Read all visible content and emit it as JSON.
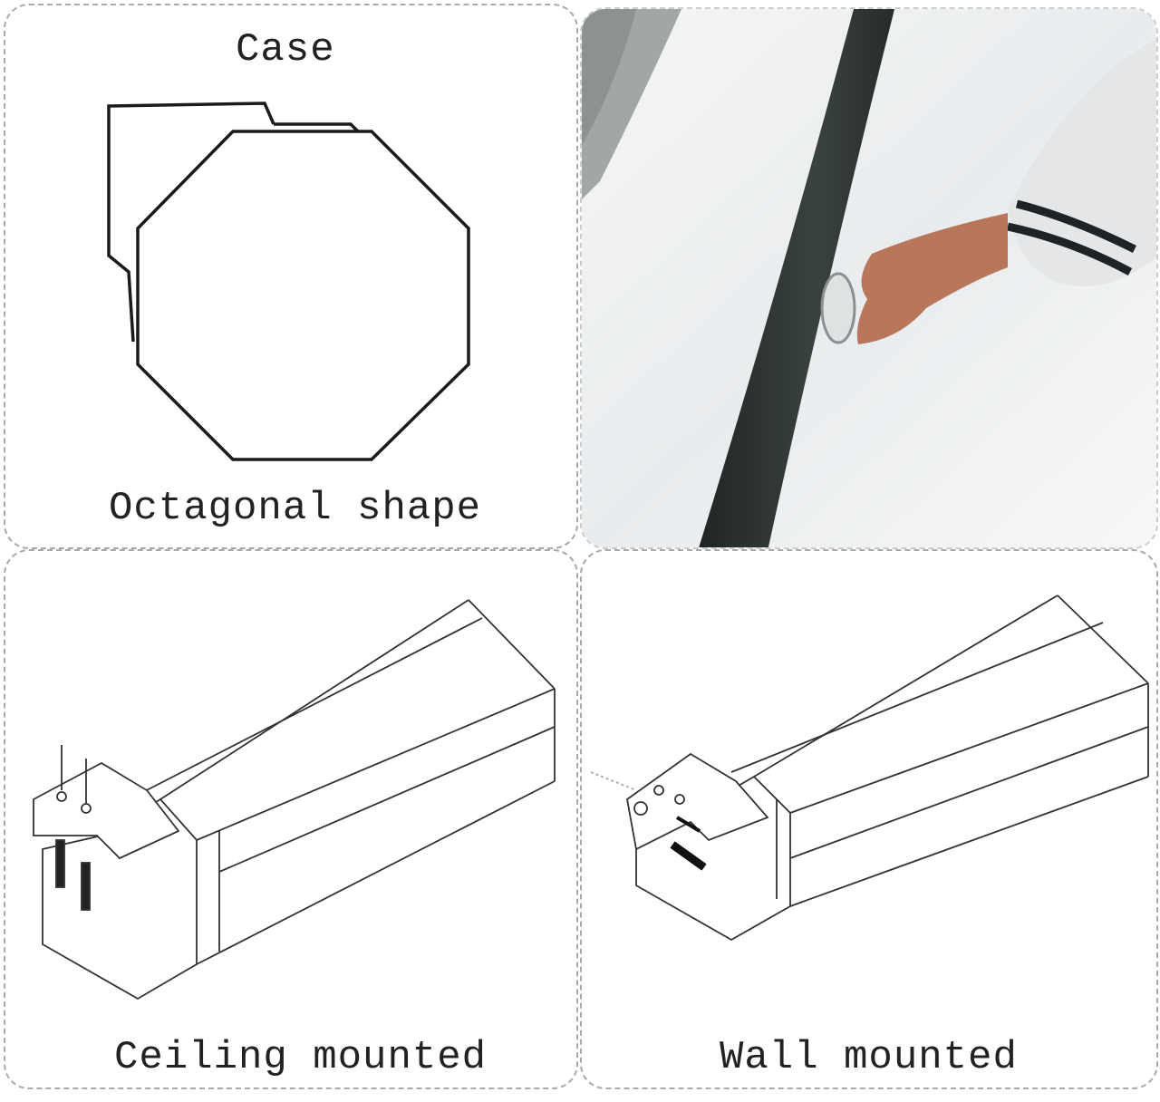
{
  "panels": {
    "case": {
      "title": "Case",
      "caption": "Octagonal shape"
    },
    "photo": {},
    "ceiling": {
      "caption": "Ceiling mounted"
    },
    "wall": {
      "caption": "Wall mounted"
    }
  },
  "colors": {
    "border": "#a9a9a9",
    "line": "#222222",
    "pole": "#2b312f"
  }
}
